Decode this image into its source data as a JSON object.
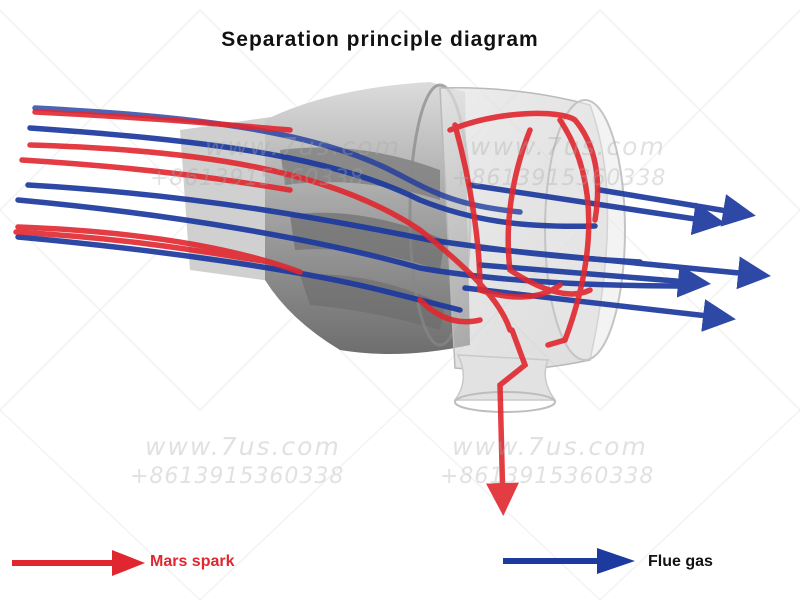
{
  "title": "Separation principle diagram",
  "watermark": {
    "site": "www.7us.com",
    "phone": "+8613915360338"
  },
  "legend": [
    {
      "label": "Mars spark",
      "color": "#e0272f",
      "icon": "red-arrow-icon"
    },
    {
      "label": "Flue gas",
      "color": "#1d3a9e",
      "icon": "blue-arrow-icon"
    }
  ],
  "colors": {
    "mars_spark": "#e0272f",
    "flue_gas": "#1d3a9e",
    "body": "#9a9a9a"
  }
}
